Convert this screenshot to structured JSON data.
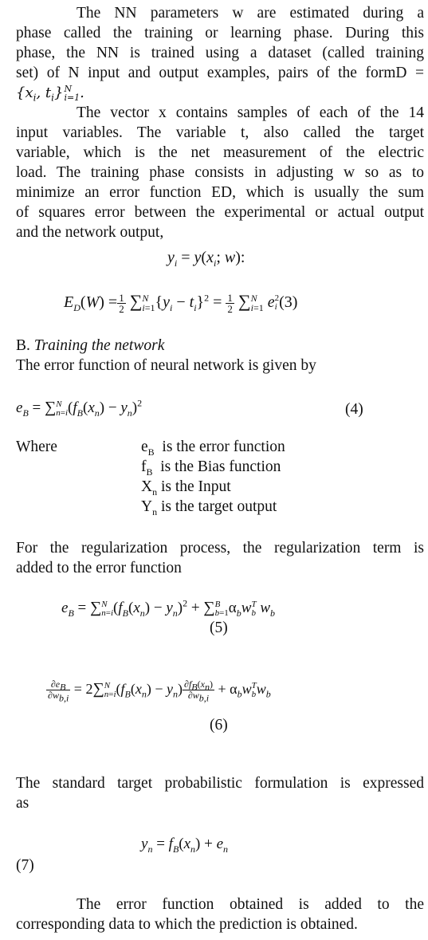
{
  "para1": [
    "The NN parameters w are estimated during a",
    "phase called the training or learning phase. During this",
    "phase, the NN is trained using a dataset (called training",
    "set) of N input and output examples, pairs of the formD ="
  ],
  "para1_set": "{x_i, t_i}_{i=1}^{N}.",
  "para2": [
    "The vector x contains samples of each of the 14",
    "input variables. The variable t, also called the target",
    "variable, which is the net measurement of the electric",
    "load. The training phase consists in adjusting w so as to",
    "minimize an error function ED, which is usually the sum",
    "of squares error between the experimental or actual output",
    "and the network output,"
  ],
  "eq_yi": "y_i = y(x_i; w):",
  "eq3": "E_D(W) = 1/2 Σ_{i=1}^{N} {y_i − t_i}^2 = 1/2 Σ_{i=1}^{N} e_i^2",
  "eq3_num": "(3)",
  "section_letter": "B.",
  "section_title": "Training the network",
  "para3": "The error function of neural network is given by",
  "eq4": "e_B = Σ_{n=i}^{N} (f_B(x_n) − y_n)^2",
  "eq4_num": "(4)",
  "where_label": "Where",
  "definitions": [
    "e_B is the error function",
    "f_B is the Bias function",
    "X_n is the Input",
    "Y_n is the target output"
  ],
  "para4": [
    "For the regularization process, the regularization term is",
    "added to the error function"
  ],
  "eq5": "e_B = Σ_{n=i}^{N} (f_B(x_n) − y_n)^2 + Σ_{b=1}^{B} α_b w_b^T w_b",
  "eq5_num": "(5)",
  "eq6": "∂e_B/∂w_{b,i} = 2 Σ_{n=i}^{N} (f_B(x_n) − y_n) ∂f_B(x_n)/∂w_{b,i} + α_b w_b^T w_b",
  "eq6_num": "(6)",
  "para5": [
    "The standard target probabilistic formulation is expressed",
    "as"
  ],
  "eq7": "y_n = f_B(x_n) + e_n",
  "eq7_num": "(7)",
  "para6": [
    "The error function obtained is added to the",
    "corresponding data to which the prediction is obtained."
  ]
}
